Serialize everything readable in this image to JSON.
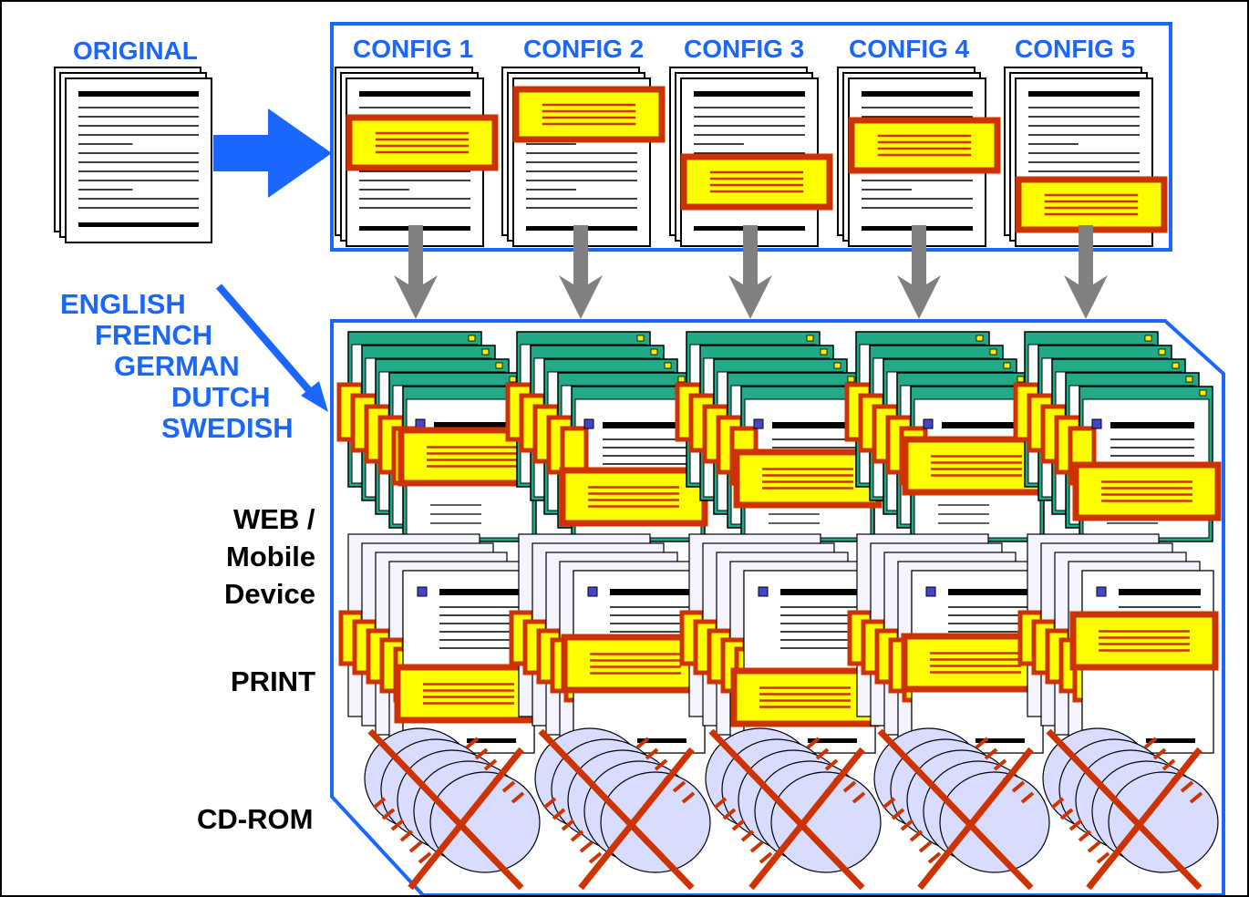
{
  "original_label": "ORIGINAL",
  "configs": [
    "CONFIG 1",
    "CONFIG 2",
    "CONFIG 3",
    "CONFIG 4",
    "CONFIG 5"
  ],
  "languages": [
    "ENGLISH",
    "FRENCH",
    "GERMAN",
    "DUTCH",
    "SWEDISH"
  ],
  "outputs": {
    "web": [
      "WEB /",
      "Mobile",
      "Device"
    ],
    "print": "PRINT",
    "cdrom": "CD-ROM"
  },
  "colors": {
    "accent_blue": "#1a66ff",
    "highlight_fill": "#ffff00",
    "highlight_border": "#cc3300",
    "window_green": "#22aa88",
    "arrow_gray": "#808080"
  }
}
